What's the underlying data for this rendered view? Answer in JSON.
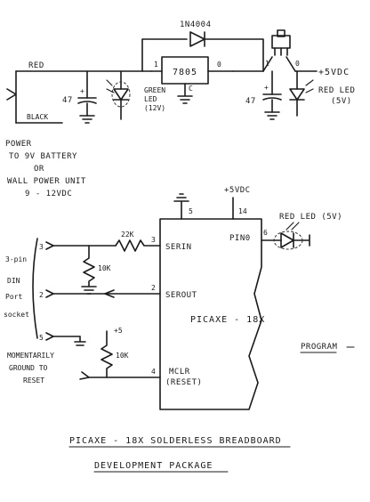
{
  "power_section": {
    "diode_label": "1N4004",
    "regulator_label": "7805",
    "reg_pin_in": "1",
    "reg_pin_out": "0",
    "reg_pin_common": "C",
    "switch_pin_left": "1",
    "switch_pin_right": "0",
    "out_voltage": "+5VDC",
    "red_wire": "RED",
    "black_wire": "BLACK",
    "cap_left": "47",
    "cap_right": "47",
    "green_led_line1": "GREEN",
    "green_led_line2": "LED",
    "green_led_line3": "(12V)",
    "red_led_line1": "RED LED",
    "red_led_line2": "(5V)",
    "note_line1": "POWER",
    "note_line2": "TO 9V BATTERY",
    "note_line3": "OR",
    "note_line4": "WALL POWER UNIT",
    "note_line5": "9 - 12VDC"
  },
  "chip_section": {
    "top_supply": "+5VDC",
    "pin_5": "5",
    "pin_14": "14",
    "pin_3": "3",
    "pin_2": "2",
    "pin_4": "4",
    "pin_6": "6",
    "serin": "SERIN",
    "serout": "SEROUT",
    "pin0": "PIN0",
    "chip_name": "PICAXE - 18X",
    "mclr_line1": "MCLR",
    "mclr_line2": "(RESET)",
    "red_led": "RED LED (5V)",
    "res_22k": "22K",
    "res_10k_a": "10K",
    "res_10k_b": "10K",
    "plus5": "+5",
    "conn_3": "3",
    "conn_2": "2",
    "conn_5": "5",
    "din_line1": "3-pin",
    "din_line2": "DIN",
    "din_line3": "Port",
    "din_line4": "socket",
    "reset_line1": "MOMENTARILY",
    "reset_line2": "GROUND TO",
    "reset_line3": "RESET",
    "program": "PROGRAM"
  },
  "footer": {
    "title_line1": "PICAXE - 18X   SOLDERLESS   BREADBOARD",
    "title_line2": "DEVELOPMENT   PACKAGE"
  }
}
